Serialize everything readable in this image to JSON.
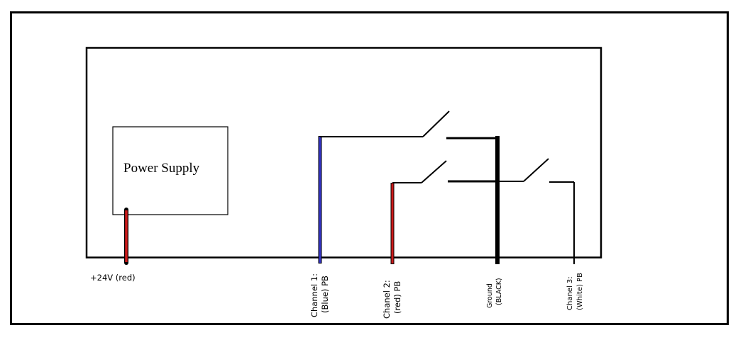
{
  "diagram": {
    "power_supply_label": "Power Supply",
    "terminals": {
      "supply": "+24V (red)",
      "channel1": [
        "Channel 1:",
        "(Blue) PB"
      ],
      "channel2": [
        "Chanel 2:",
        "(red) PB"
      ],
      "ground": [
        "Ground",
        "(BLACK)"
      ],
      "channel3": [
        "Chanel 3:",
        "(White) PB"
      ]
    },
    "colors": {
      "supply_wire": "#cc1a1a",
      "channel1_wire": "#3434c8",
      "channel2_wire": "#cc1a1a",
      "ground_wire": "#000000",
      "channel3_wire": "#000000"
    }
  }
}
